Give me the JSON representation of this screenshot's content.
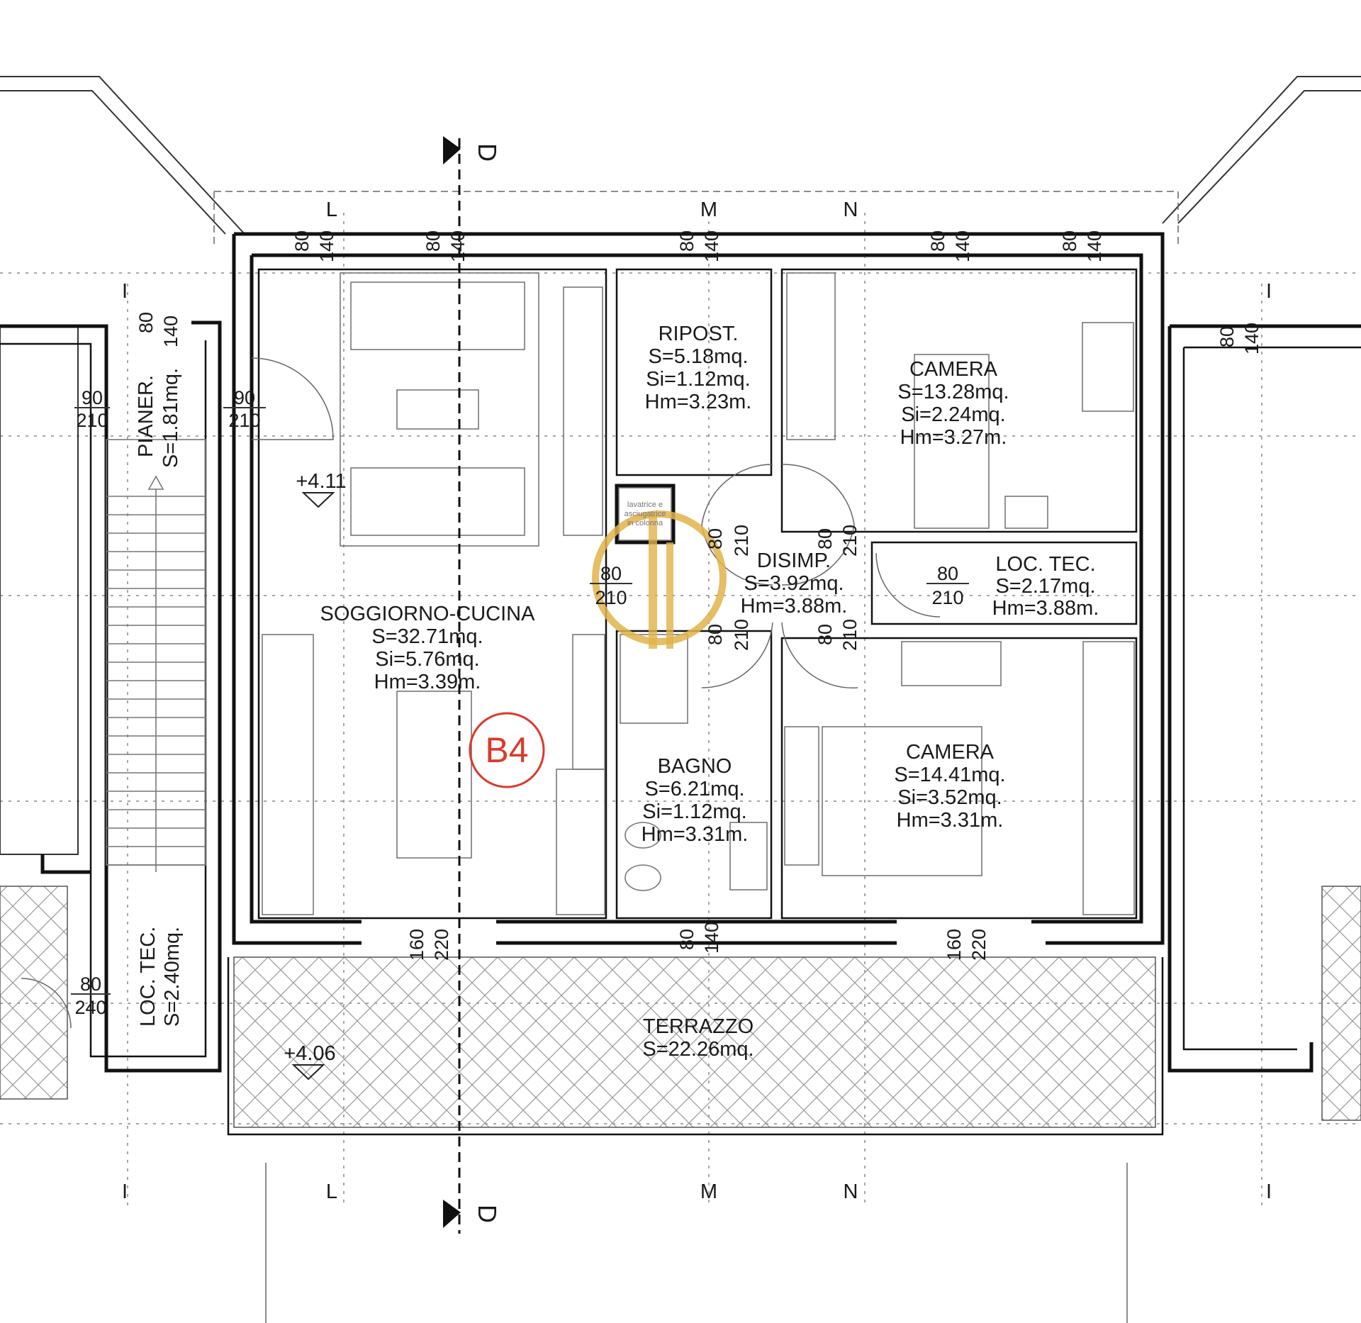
{
  "axes": {
    "top": [
      "I",
      "L",
      "M",
      "N",
      "I"
    ],
    "bottom": [
      "I",
      "L",
      "M",
      "N",
      "I"
    ],
    "section": "D"
  },
  "rooms": {
    "soggiorno": {
      "name": "SOGGIORNO-CUCINA",
      "s": "S=32.71mq.",
      "si": "Si=5.76mq.",
      "hm": "Hm=3.39m."
    },
    "ripost": {
      "name": "RIPOST.",
      "s": "S=5.18mq.",
      "si": "Si=1.12mq.",
      "hm": "Hm=3.23m."
    },
    "camera1": {
      "name": "CAMERA",
      "s": "S=13.28mq.",
      "si": "Si=2.24mq.",
      "hm": "Hm=3.27m."
    },
    "disimp": {
      "name": "DISIMP.",
      "s": "S=3.92mq.",
      "hm": "Hm=3.88m."
    },
    "loctec1": {
      "name": "LOC. TEC.",
      "s": "S=2.17mq.",
      "hm": "Hm=3.88m."
    },
    "bagno": {
      "name": "BAGNO",
      "s": "S=6.21mq.",
      "si": "Si=1.12mq.",
      "hm": "Hm=3.31m."
    },
    "camera2": {
      "name": "CAMERA",
      "s": "S=14.41mq.",
      "si": "Si=3.52mq.",
      "hm": "Hm=3.31m."
    },
    "terrazzo": {
      "name": "TERRAZZO",
      "s": "S=22.26mq."
    },
    "pianer": {
      "name": "PIANER.",
      "s": "S=1.81mq."
    },
    "loctec2": {
      "name": "LOC. TEC.",
      "s": "S=2.40mq."
    }
  },
  "levels": {
    "living": "+4.11",
    "terrace": "+4.06"
  },
  "unit_code": "B4",
  "appliance_note": [
    "lavatrice e",
    "asciugatrice",
    "in colonna"
  ],
  "openings": {
    "w_top": [
      {
        "w": "80",
        "h": "140"
      },
      {
        "w": "80",
        "h": "140"
      },
      {
        "w": "80",
        "h": "140"
      },
      {
        "w": "80",
        "h": "140"
      },
      {
        "w": "80",
        "h": "140"
      }
    ],
    "w_stair": {
      "w": "80",
      "h": "140"
    },
    "w_right": {
      "w": "80",
      "h": "140"
    },
    "d_stair_left": {
      "w": "90",
      "h": "210"
    },
    "d_entry": {
      "w": "90",
      "h": "210"
    },
    "d_living": {
      "w": "80",
      "h": "210"
    },
    "d_ripost": {
      "w": "80",
      "h": "210"
    },
    "d_camera1": {
      "w": "80",
      "h": "210"
    },
    "d_bagno": {
      "w": "80",
      "h": "210"
    },
    "d_camera2": {
      "w": "80",
      "h": "210"
    },
    "d_loctec": {
      "w": "80",
      "h": "210"
    },
    "d_terrace_left": {
      "w": "160",
      "h": "220"
    },
    "d_terrace_right": {
      "w": "160",
      "h": "220"
    },
    "w_bagno": {
      "w": "80",
      "h": "140"
    },
    "d_loctec2": {
      "w": "80",
      "h": "240"
    }
  }
}
